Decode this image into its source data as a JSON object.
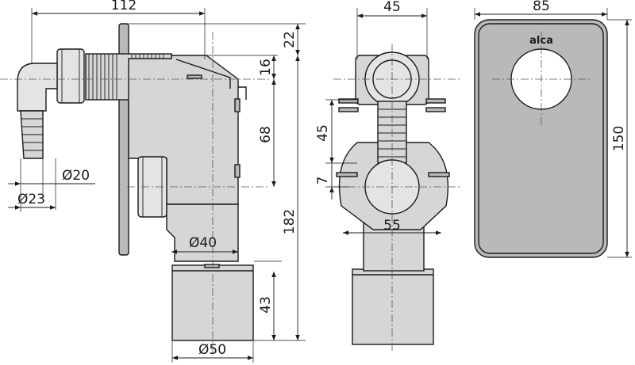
{
  "dimensions": {
    "side_width": "112",
    "side_top_offset": "22",
    "side_inlet_offset": "16",
    "side_middle_height": "68",
    "side_total_height": "182",
    "side_outlet_height": "43",
    "hose_inner_diameter": "Ø20",
    "hose_outer_diameter": "Ø23",
    "body_diameter": "Ø40",
    "outlet_diameter": "Ø50",
    "front_width": "45",
    "front_upper_height": "45",
    "front_lower_gap": "7",
    "front_lower_width": "55",
    "cover_width": "85",
    "cover_height": "150"
  },
  "logo": {
    "text": "alca"
  },
  "colors": {
    "line": "#1a1a1a",
    "fill": "#d6d6d6",
    "cover_fill": "#c9c9c9"
  }
}
